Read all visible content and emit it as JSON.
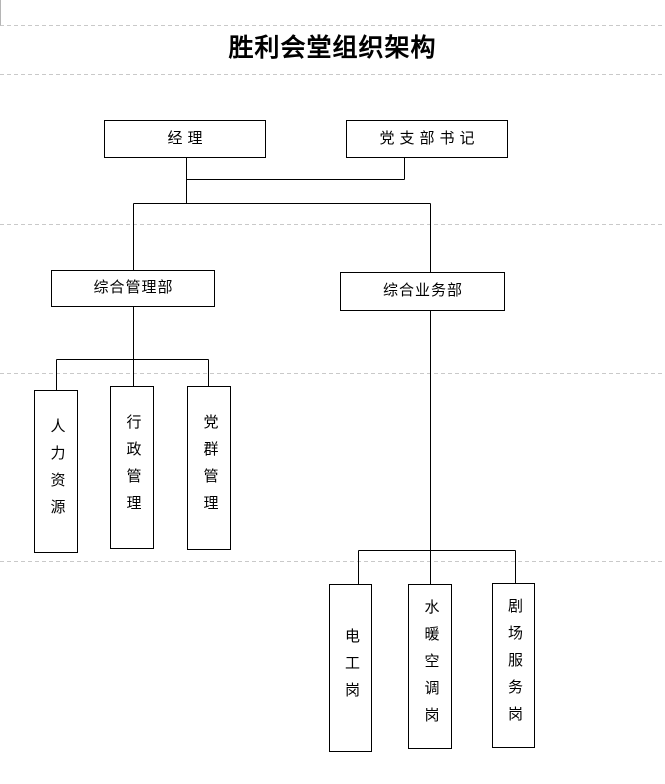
{
  "page": {
    "title": "胜利会堂组织架构"
  },
  "colors": {
    "box_border": "#000000",
    "connector_line": "#000000",
    "gridline": "#c9c9c9",
    "text": "#000000",
    "background": "#ffffff"
  },
  "org_chart": {
    "leadership": [
      {
        "id": "manager",
        "label": "经理"
      },
      {
        "id": "party-branch-secretary",
        "label": "党支部书记"
      }
    ],
    "departments": [
      {
        "id": "general-management-dept",
        "label": "综合管理部",
        "positions": [
          {
            "id": "human-resources",
            "label": "人力资源"
          },
          {
            "id": "administrative-management",
            "label": "行政管理"
          },
          {
            "id": "party-mass-management",
            "label": "党群管理"
          }
        ]
      },
      {
        "id": "general-business-dept",
        "label": "综合业务部",
        "positions": [
          {
            "id": "electrician-post",
            "label": "电工岗"
          },
          {
            "id": "plumbing-hvac-post",
            "label": "水暖空调岗"
          },
          {
            "id": "theater-service-post",
            "label": "剧场服务岗"
          }
        ]
      }
    ]
  }
}
